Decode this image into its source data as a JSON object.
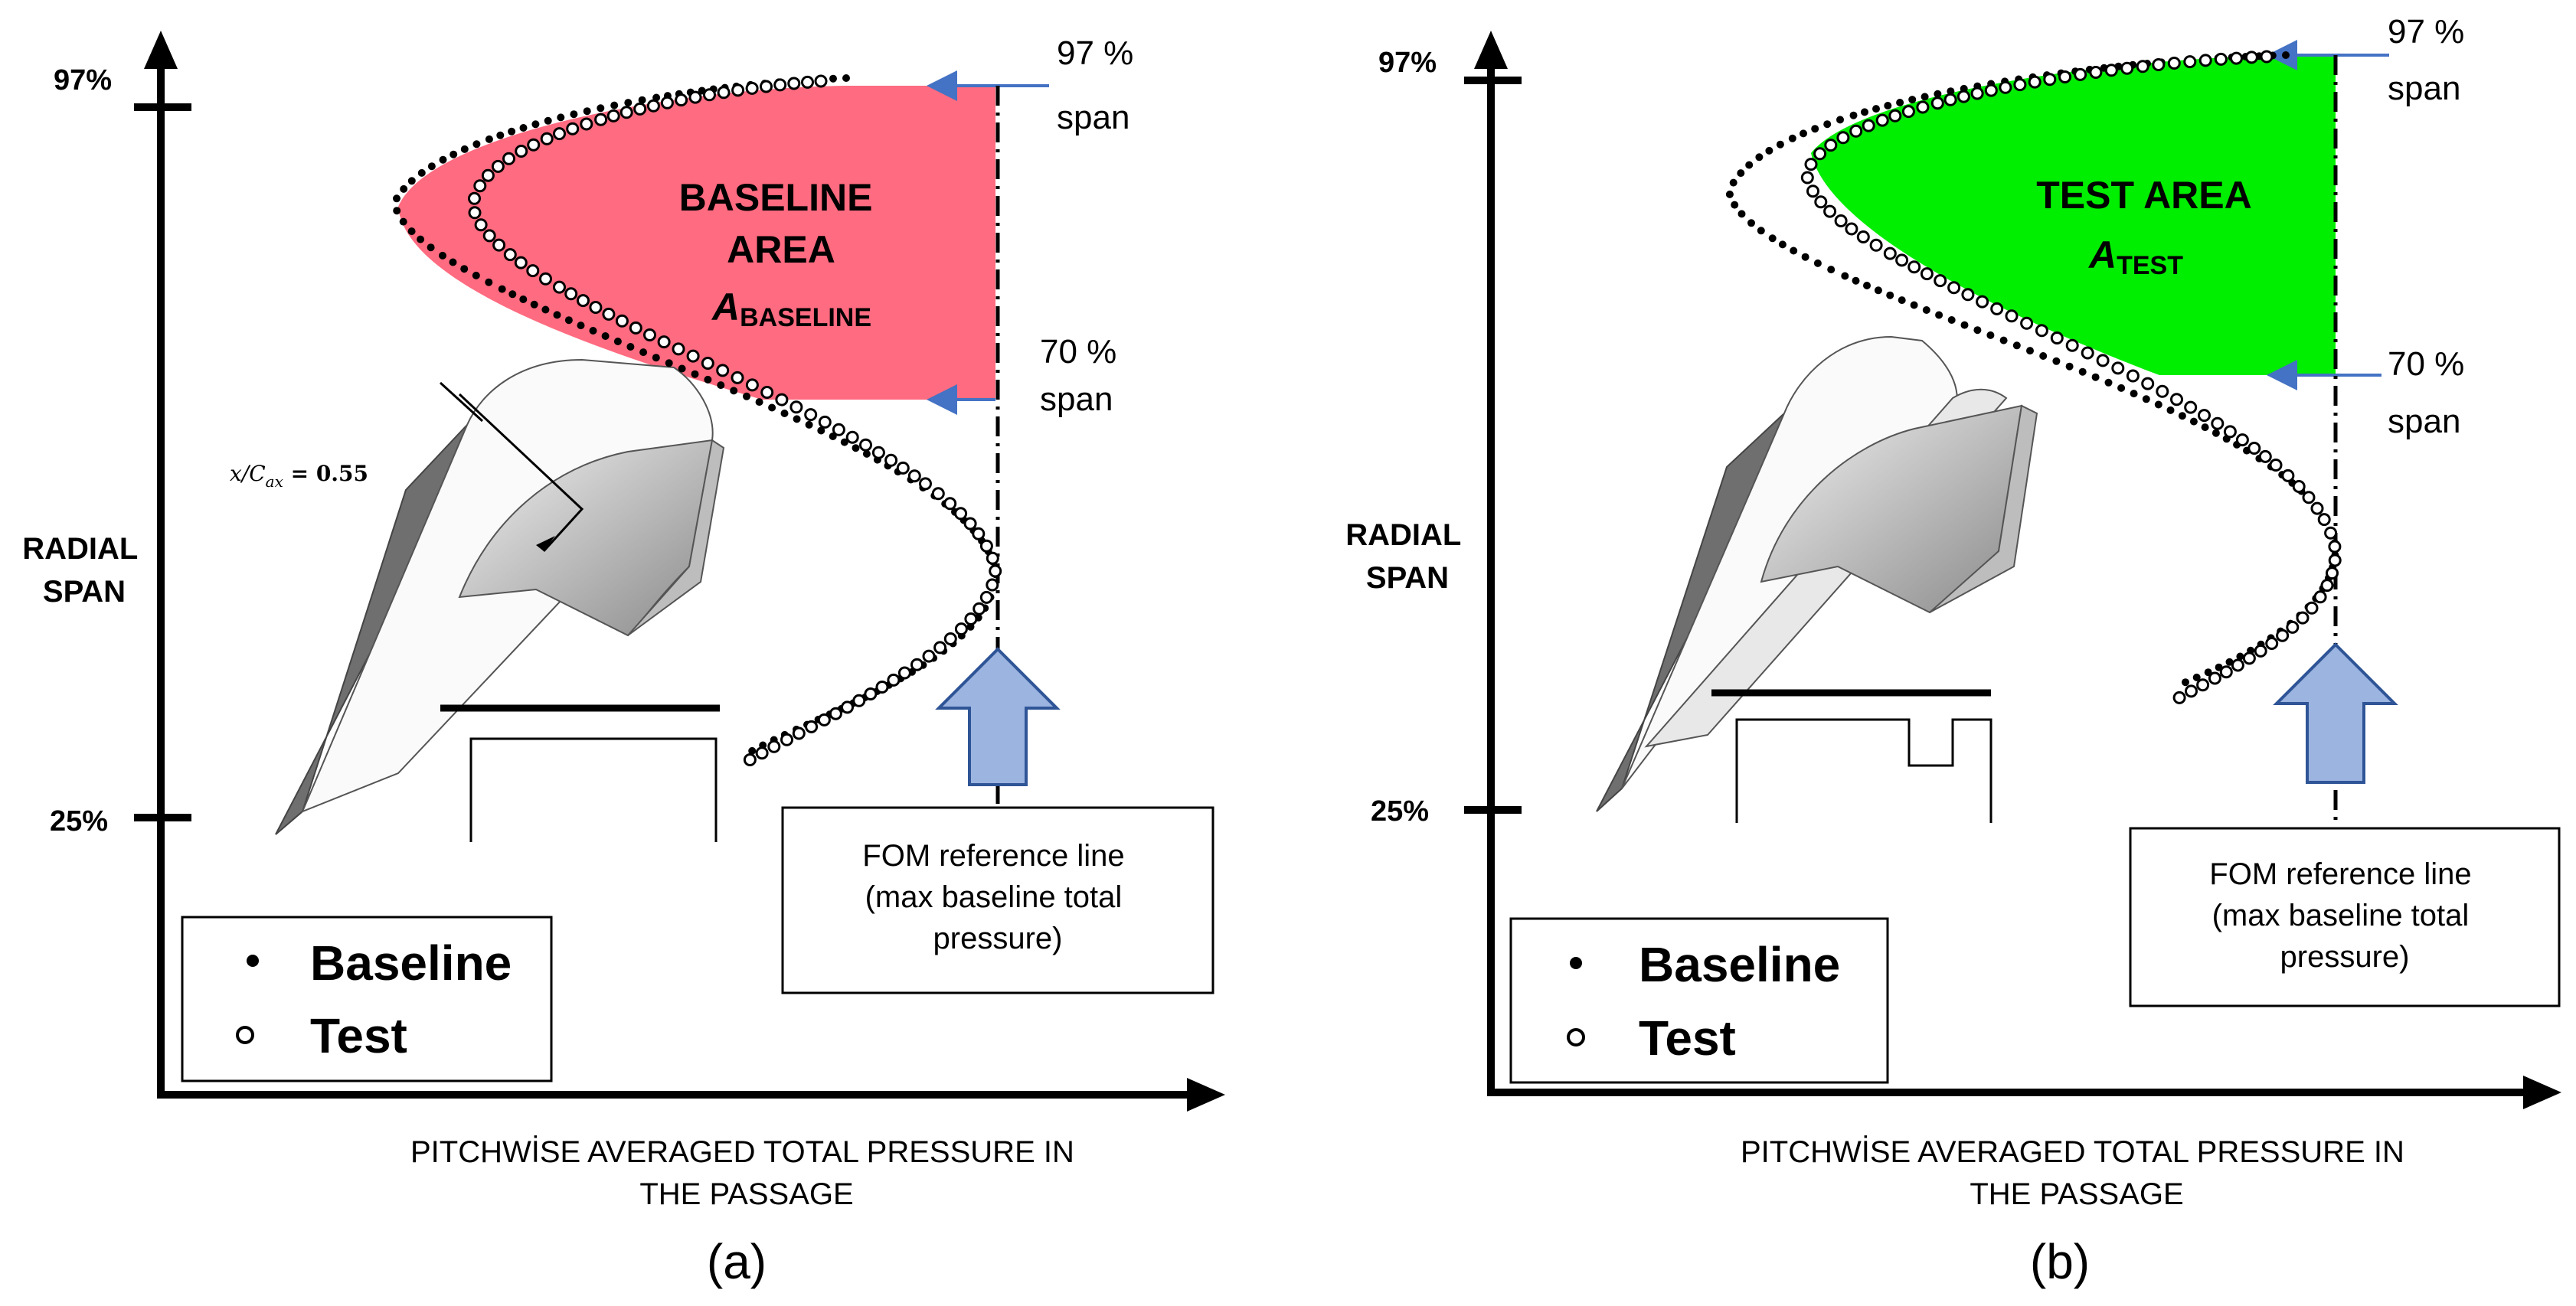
{
  "panels": [
    {
      "id": "a",
      "caption": "(a)",
      "y_top_label": "97%",
      "y_bottom_label": "25%",
      "y_axis_title": [
        "RADIAL",
        "SPAN"
      ],
      "x_axis_title": [
        "PITCHWİSE AVERAGED TOTAL PRESSURE IN",
        "THE PASSAGE"
      ],
      "region_title": [
        "BASELINE",
        "AREA"
      ],
      "region_symbol": "A",
      "region_subscript": "BASELINE",
      "region_color": "#ff6b80",
      "span_top_label": [
        "97 %",
        "span"
      ],
      "span_bottom_label": [
        "70 %",
        "span"
      ],
      "fom_box": [
        "FOM reference line",
        "(max baseline total",
        "pressure)"
      ],
      "section_label": "x/C",
      "section_subscript": "ax",
      "section_value": " = 0.55",
      "legend": [
        {
          "marker": "filled-dot",
          "label": "Baseline"
        },
        {
          "marker": "open-circle",
          "label": "Test"
        }
      ]
    },
    {
      "id": "b",
      "caption": "(b)",
      "y_top_label": "97%",
      "y_bottom_label": "25%",
      "y_axis_title": [
        "RADIAL",
        "SPAN"
      ],
      "x_axis_title": [
        "PITCHWİSE AVERAGED TOTAL PRESSURE IN",
        "THE PASSAGE"
      ],
      "region_title": [
        "TEST AREA"
      ],
      "region_symbol": "A",
      "region_subscript": "TEST",
      "region_color": "#00ee00",
      "span_top_label": [
        "97 %",
        "span"
      ],
      "span_bottom_label": [
        "70 %",
        "span"
      ],
      "fom_box": [
        "FOM reference line",
        "(max baseline total",
        "pressure)"
      ],
      "legend": [
        {
          "marker": "filled-dot",
          "label": "Baseline"
        },
        {
          "marker": "open-circle",
          "label": "Test"
        }
      ]
    }
  ],
  "colors": {
    "arrow_blue": "#4472c4",
    "fom_arrow_fill": "#9bb4e0",
    "fom_arrow_stroke": "#2f5597"
  }
}
